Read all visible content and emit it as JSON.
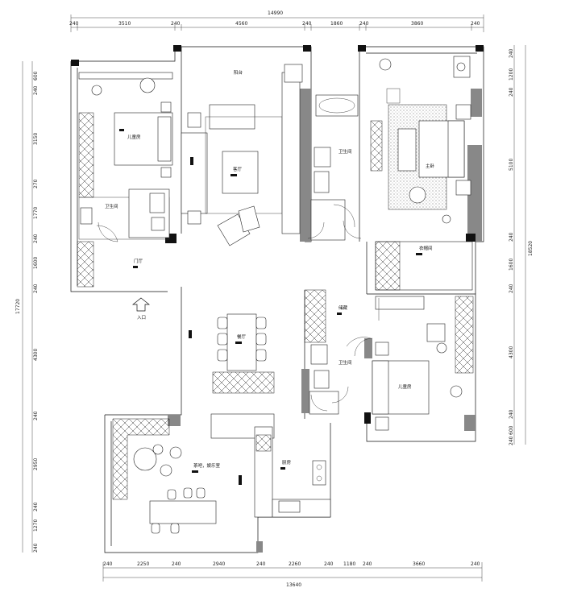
{
  "dimensions": {
    "top_total": "14990",
    "top_segments": [
      "240",
      "3510",
      "240",
      "4560",
      "240",
      "1860",
      "240",
      "3860",
      "240"
    ],
    "bottom_total": "13640",
    "bottom_segments": [
      "240",
      "2250",
      "240",
      "2940",
      "240",
      "2260",
      "240",
      "1180",
      "240",
      "3660",
      "240"
    ],
    "left_total": "17720",
    "left_segments": [
      "600",
      "240",
      "3150",
      "270",
      "1770",
      "240",
      "1600",
      "240",
      "4300",
      "240",
      "2950",
      "240",
      "1270",
      "240"
    ],
    "right_total": "18520",
    "right_segments": [
      "240",
      "1200",
      "240",
      "5100",
      "240",
      "1600",
      "240",
      "4300",
      "240",
      "600",
      "240"
    ]
  },
  "rooms": {
    "kids_room_upper": "儿童房",
    "balcony_upper": "阳台",
    "living_room": "客厅",
    "bathroom_left": "卫生间",
    "bathroom_mid": "卫生间",
    "master_bedroom": "主卧",
    "foyer": "门厅",
    "cloakroom": "衣帽间",
    "entrance": "入口",
    "dining_room": "餐厅",
    "storage": "储藏",
    "bathroom_lower": "卫生间",
    "kids_room_lower": "儿童房",
    "tea_area": "茶吧，娱乐室",
    "kitchen": "厨房"
  }
}
